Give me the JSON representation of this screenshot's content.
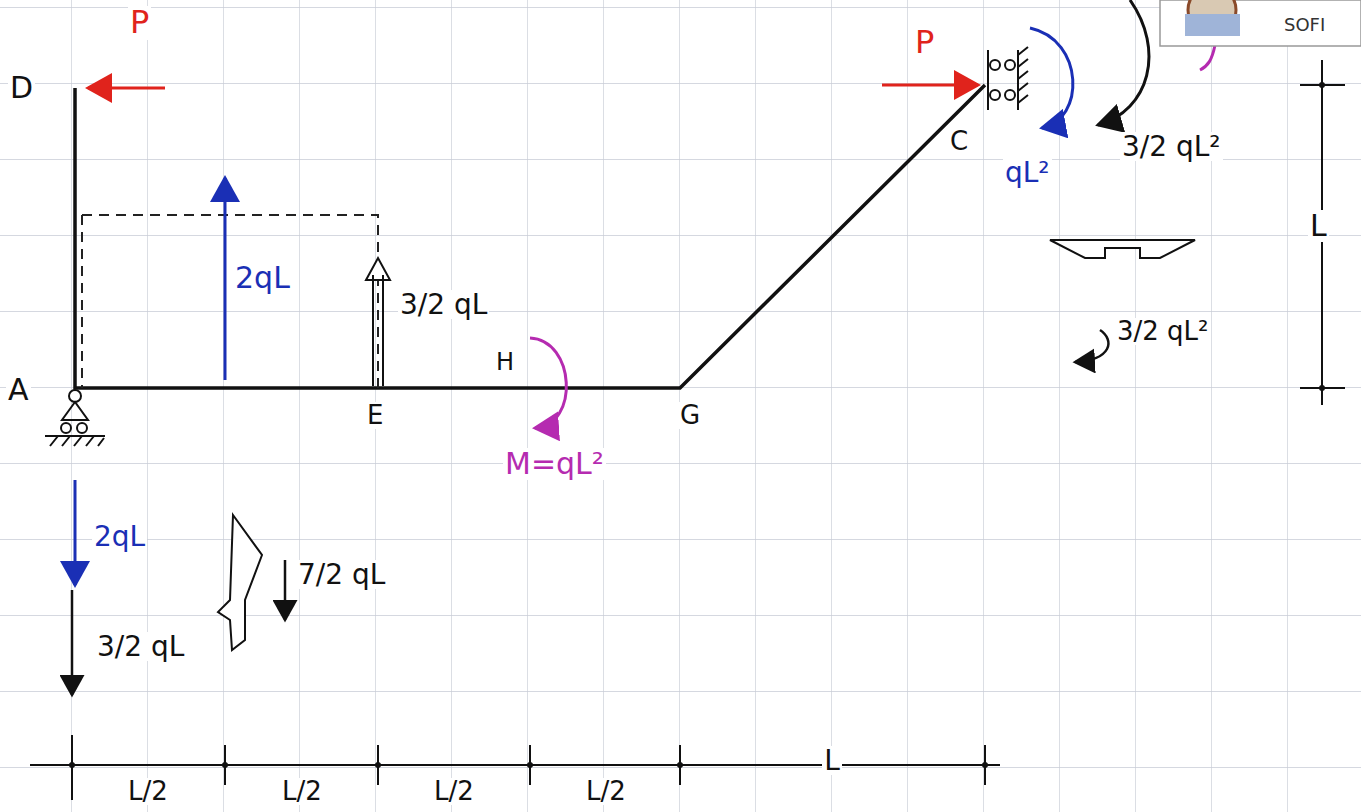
{
  "diagram": {
    "labels": [
      "P",
      "D",
      "2qL",
      "3/2 qL",
      "H",
      "M=qL²",
      "A",
      "E",
      "G",
      "P",
      "C",
      "qL²",
      "3/2 qL²",
      "3/2 qL²",
      "L",
      "2qL",
      "3/2 qL",
      "7/2 qL",
      "L/2",
      "L/2",
      "L/2",
      "L/2",
      "L",
      "SOFI"
    ]
  }
}
